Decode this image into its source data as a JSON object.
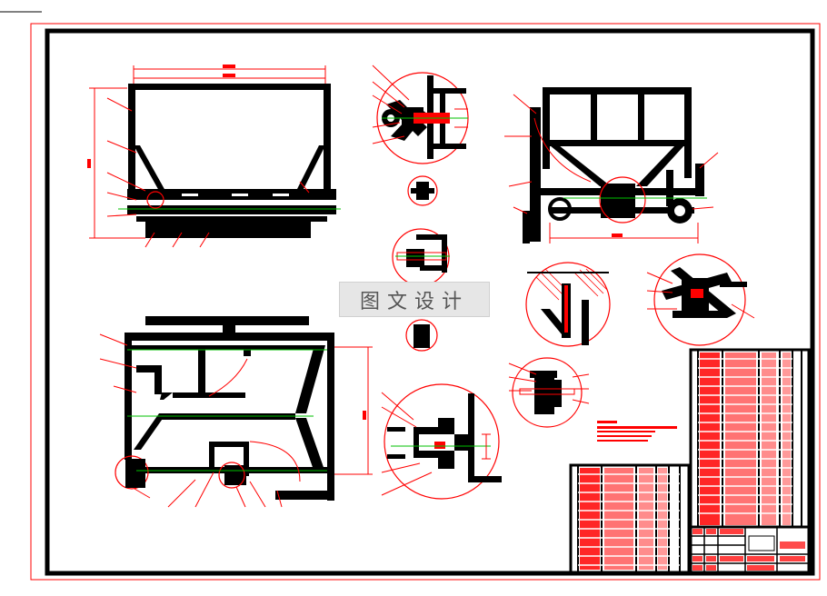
{
  "watermark": {
    "text": "图文设计"
  },
  "colors": {
    "frame": "#000000",
    "annotation": "#ff0000",
    "centerline": "#00c000",
    "watermark_bg": "#e6e6e6",
    "watermark_text": "#555555"
  },
  "views": [
    "front-view",
    "side-view",
    "top-view",
    "detail-views",
    "title-block",
    "parts-list"
  ]
}
